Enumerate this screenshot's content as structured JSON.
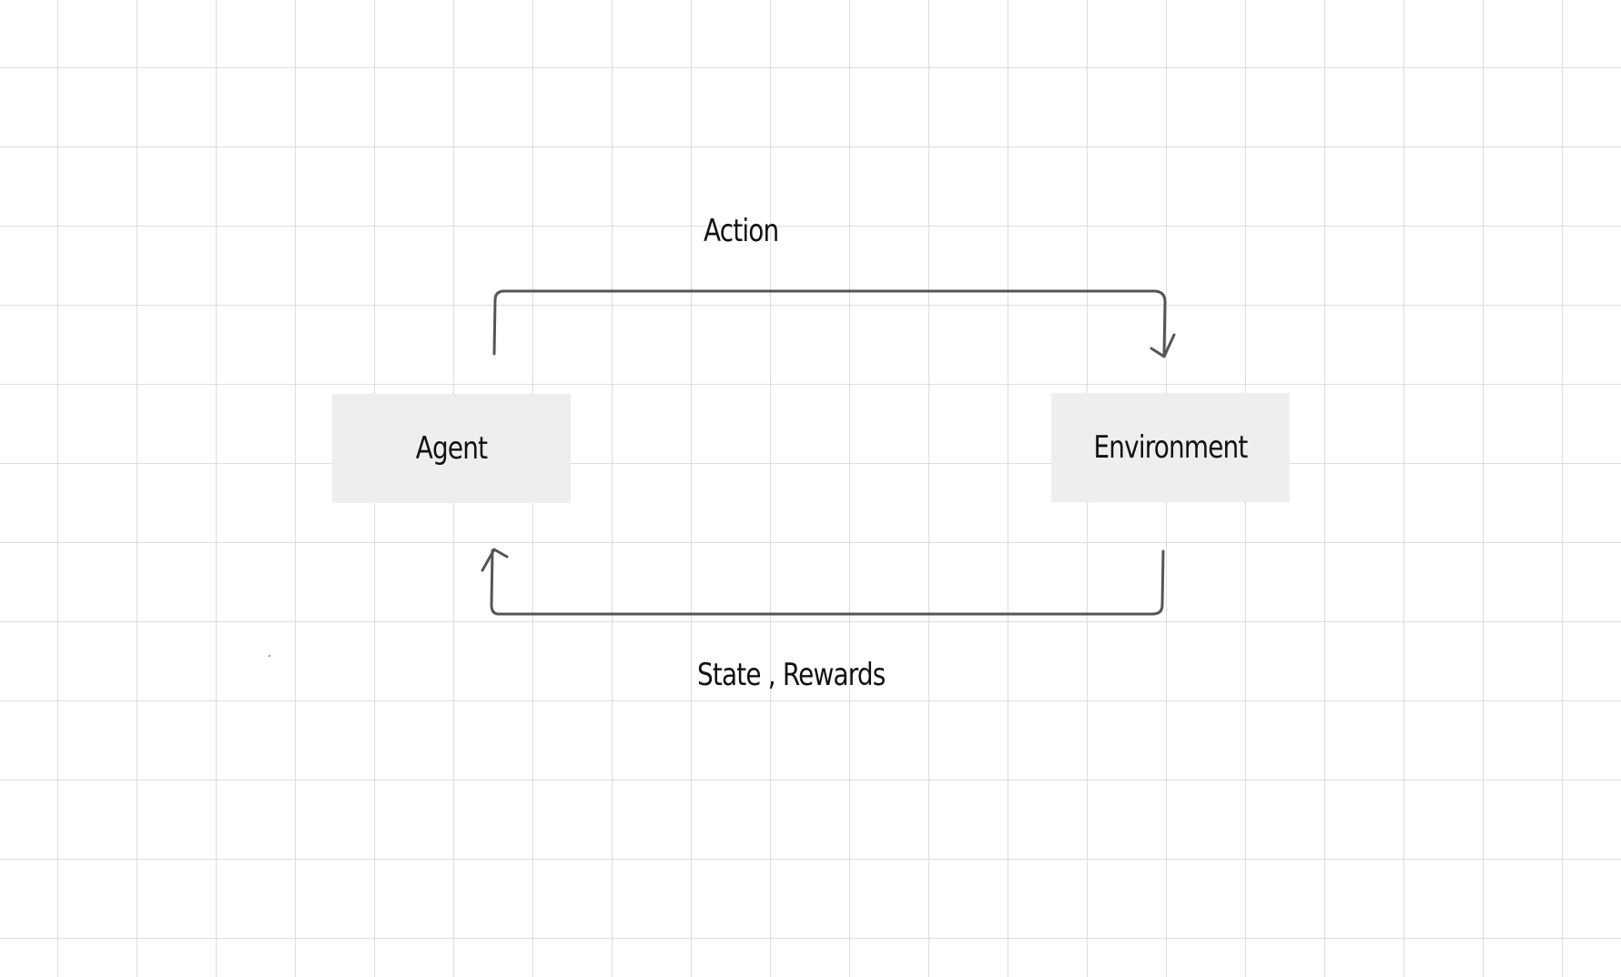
{
  "diagram": {
    "nodes": [
      {
        "id": "agent",
        "label": "Agent"
      },
      {
        "id": "environment",
        "label": "Environment"
      }
    ],
    "edges": [
      {
        "from": "agent",
        "to": "environment",
        "label": "Action"
      },
      {
        "from": "environment",
        "to": "agent",
        "label": "State , Rewards"
      }
    ]
  },
  "colors": {
    "grid_line": "#dddddd",
    "node_fill": "#eeeeee",
    "connector": "#555555",
    "text": "#111111"
  }
}
